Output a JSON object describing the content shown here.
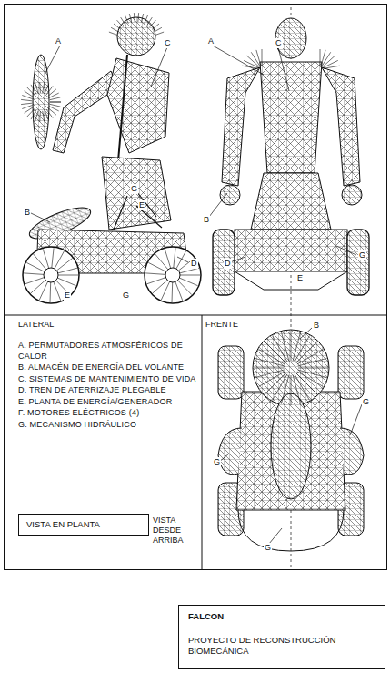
{
  "diagram": {
    "nodes": [
      {
        "text": [
          "VISTA EN PLANTA"
        ]
      },
      {
        "text": [
          "FALCON",
          "PROYECTO DE RECONSTRUCCIÓN BIOMECÁNICA"
        ]
      }
    ],
    "labels": [
      "A",
      "C",
      "A",
      "C",
      "B",
      "B",
      "G",
      "E",
      "D",
      "D",
      "G",
      "E",
      "E",
      "G",
      "LATERAL",
      "FRENTE",
      "B",
      "A. PERMUTADORES ATMOSFÉRICOS DE CALOR",
      "B. ALMACÉN DE ENERGÍA DEL VOLANTE",
      "C. SISTEMAS DE MANTENIMIENTO DE VIDA",
      "D. TREN DE ATERRIZAJE PLEGABLE",
      "E. PLANTA DE ENERGÍA/GENERADOR",
      "F. MOTORES ELÉCTRICOS (4)",
      "G. MECANISMO HIDRÁULICO",
      "G",
      "G",
      "VISTA DESDE ARRIBA",
      "G"
    ]
  }
}
